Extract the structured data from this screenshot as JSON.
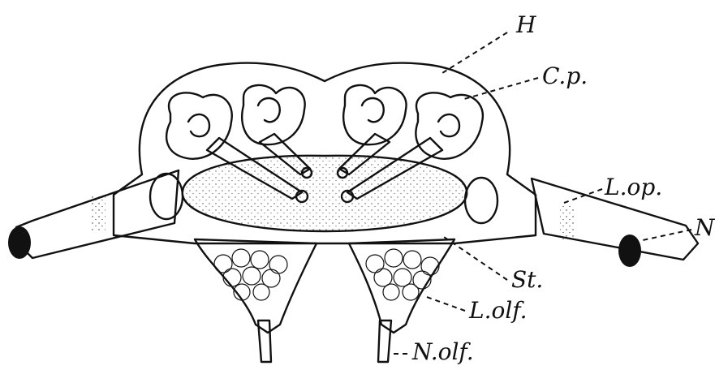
{
  "figure": {
    "labels": {
      "H": "H",
      "Cp": "C.p.",
      "Lop": "L.op.",
      "N": "N",
      "St": "St.",
      "Lolf": "L.olf.",
      "Nolf": "N.olf."
    },
    "colors": {
      "ink": "#111111",
      "paper": "#ffffff"
    }
  }
}
